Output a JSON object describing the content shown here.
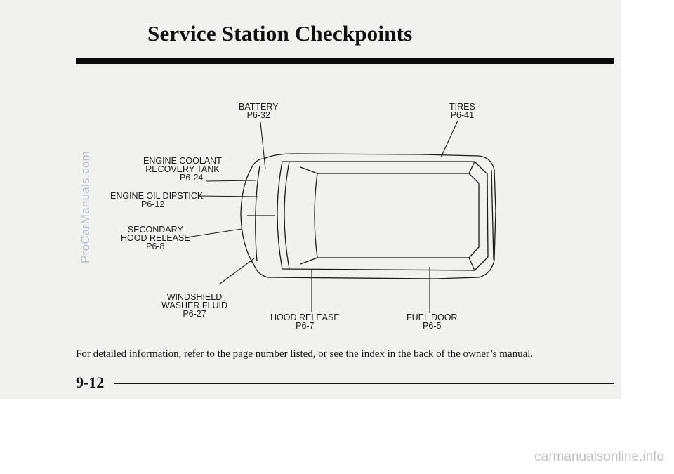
{
  "page": {
    "title": "Service Station Checkpoints",
    "caption": "For detailed information, refer to the page number listed, or see the index in the back of the owner’s manual.",
    "page_number": "9-12"
  },
  "callouts": {
    "battery": {
      "name": "BATTERY",
      "page": "P6-32"
    },
    "tires": {
      "name": "TIRES",
      "page": "P6-41"
    },
    "coolant": {
      "line1": "ENGINE COOLANT",
      "line2": "RECOVERY TANK",
      "page": "P6-24"
    },
    "dipstick": {
      "name": "ENGINE OIL DIPSTICK",
      "page": "P6-12"
    },
    "secondary_release": {
      "line1": "SECONDARY",
      "line2": "HOOD RELEASE",
      "page": "P6-8"
    },
    "washer": {
      "line1": "WINDSHIELD",
      "line2": "WASHER FLUID",
      "page": "P6-27"
    },
    "hood_release": {
      "name": "HOOD RELEASE",
      "page": "P6-7"
    },
    "fuel_door": {
      "name": "FUEL DOOR",
      "page": "P6-5"
    }
  },
  "watermarks": {
    "side": "ProCarManuals.com",
    "bottom": "carmanualsonline.info"
  }
}
